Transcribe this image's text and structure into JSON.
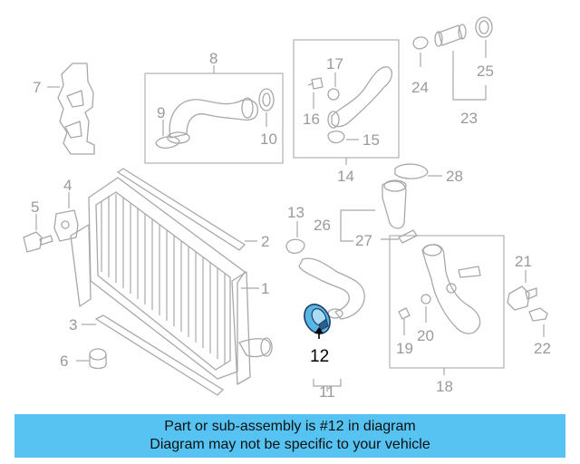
{
  "diagram": {
    "callouts": {
      "c1": "1",
      "c2": "2",
      "c3": "3",
      "c4": "4",
      "c5": "5",
      "c6": "6",
      "c7": "7",
      "c8": "8",
      "c9": "9",
      "c10": "10",
      "c11": "11",
      "c12": "12",
      "c13": "13",
      "c14": "14",
      "c15": "15",
      "c16": "16",
      "c17": "17",
      "c18": "18",
      "c19": "19",
      "c20": "20",
      "c21": "21",
      "c22": "22",
      "c23": "23",
      "c24": "24",
      "c25": "25",
      "c26": "26",
      "c27": "27",
      "c28": "28"
    },
    "highlighted_part": "12",
    "highlight_color": "#56b7e6",
    "part_line_color": "#a8a8a8"
  },
  "banner": {
    "line1": "Part or sub-assembly is #12 in diagram",
    "line2": "Diagram may not be specific to your vehicle",
    "background": "#56c3f2"
  }
}
